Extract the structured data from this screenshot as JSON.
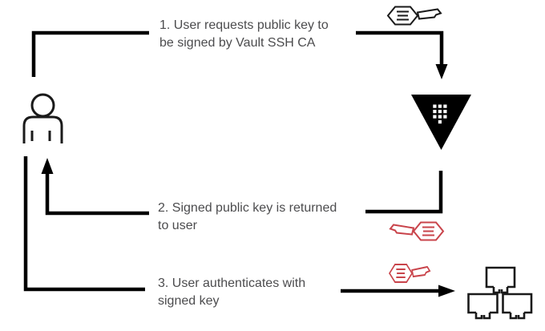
{
  "diagram": {
    "steps": [
      {
        "lines": [
          "1. User requests public key to",
          "be signed by Vault SSH CA"
        ]
      },
      {
        "lines": [
          "2. Signed public key is returned",
          "to user"
        ]
      },
      {
        "lines": [
          "3. User authenticates with",
          "signed key"
        ]
      }
    ],
    "icons": {
      "user": "person-icon",
      "vault": "vault-logo-triangle-icon",
      "request_key": "public-key-icon",
      "returned_key": "signed-key-icon",
      "auth_key": "signed-key-icon",
      "hosts": "host-monitors-icon"
    },
    "colors": {
      "line": "#000000",
      "icon_stroke": "#1a1a1a",
      "key_red": "#c9444b",
      "text": "#4c4c4e",
      "background": "#ffffff"
    }
  }
}
